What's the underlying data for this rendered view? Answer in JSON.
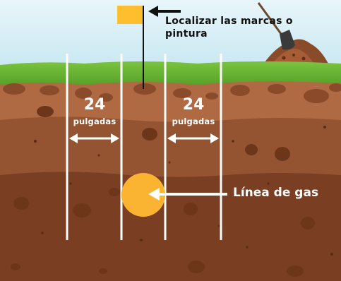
{
  "flag_label": "Localizar las marcas o pintura",
  "spacing_left": {
    "value": "24",
    "unit": "pulgadas"
  },
  "spacing_right": {
    "value": "24",
    "unit": "pulgadas"
  },
  "gas_line_label": "Línea de gas",
  "colors": {
    "sky": "#d6eff6",
    "grass": "#5fae2e",
    "topsoil": "#b06a43",
    "soil_mid": "#955431",
    "soil_deep": "#7a3f23",
    "flag": "#ffbe2e",
    "gas_line": "#fbb431",
    "tolerance_lines": "#ffffff"
  },
  "icons": [
    "flag-icon",
    "shovel-icon",
    "dirt-pile-icon",
    "arrow-icon"
  ]
}
